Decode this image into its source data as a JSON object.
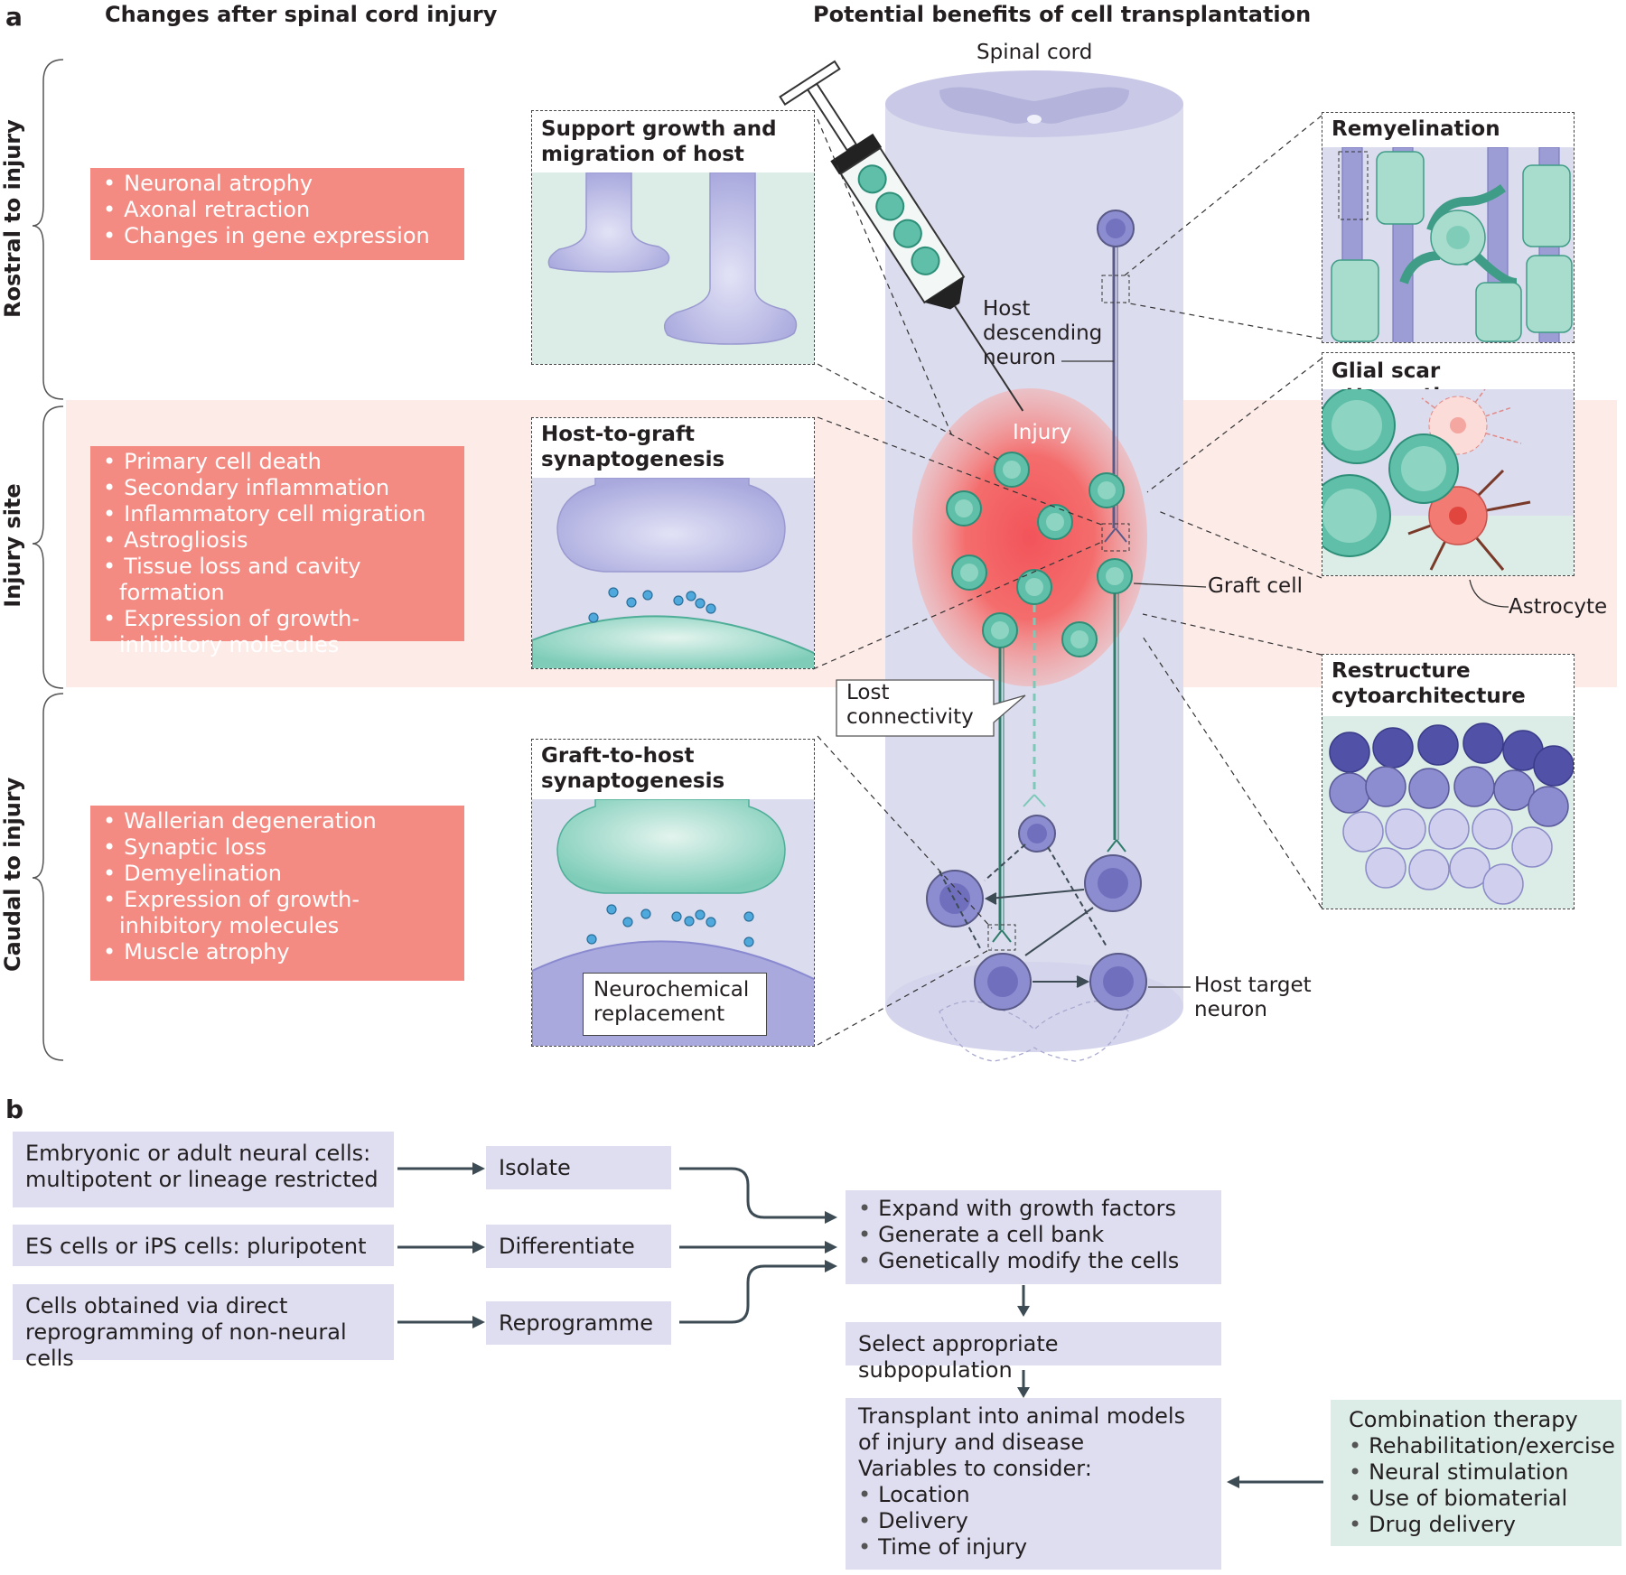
{
  "panel_a": {
    "letter": "a",
    "left_heading": "Changes after spinal cord injury",
    "right_heading": "Potential benefits of cell transplantation",
    "spinal_cord_label": "Spinal cord",
    "rows": [
      {
        "label": "Rostral to injury",
        "items": [
          "Neuronal atrophy",
          "Axonal retraction",
          "Changes in gene expression"
        ]
      },
      {
        "label": "Injury site",
        "items": [
          "Primary cell death",
          "Secondary inflammation",
          "Inflammatory cell migration",
          "Astrogliosis",
          "Tissue loss and cavity formation",
          "Expression of growth-inhibitory molecules"
        ]
      },
      {
        "label": "Caudal to injury",
        "items": [
          "Wallerian degeneration",
          "Synaptic loss",
          "Demyelination",
          "Expression of growth-inhibitory molecules",
          "Muscle atrophy"
        ]
      }
    ],
    "insets": {
      "support": "Support growth and migration of host axons",
      "host_to_graft": "Host-to-graft synaptogenesis",
      "graft_to_host": "Graft-to-host synaptogenesis",
      "remyelination": "Remyelination",
      "glial_scar": "Glial scar attenuation",
      "restructure": "Restructure cytoarchitecture"
    },
    "labels": {
      "injury": "Injury",
      "host_descending_neuron": "Host descending neuron",
      "graft_cell": "Graft cell",
      "astrocyte": "Astrocyte",
      "lost_connectivity": "Lost connectivity",
      "neurochemical_replacement": "Neurochemical replacement",
      "host_target_neuron": "Host target neuron"
    },
    "colors": {
      "injury_band": "#fdebe8",
      "red_box": "#f48b83",
      "cord": "#dcdcef",
      "graft": "#5fbfa8",
      "host": "#8c8cd0"
    }
  },
  "panel_b": {
    "letter": "b",
    "sources": [
      "Embryonic or adult neural cells: multipotent or lineage restricted",
      "ES cells or iPS cells: pluripotent",
      "Cells obtained via direct reprogramming of non-neural cells"
    ],
    "steps": [
      "Isolate",
      "Differentiate",
      "Reprogramme"
    ],
    "expand_items": [
      "Expand with growth factors",
      "Generate a cell bank",
      "Genetically modify the cells"
    ],
    "select": "Select appropriate subpopulation",
    "transplant_text": "Transplant into animal models of injury and disease",
    "variables_heading": "Variables to consider:",
    "variables": [
      "Location",
      "Delivery",
      "Time of injury"
    ],
    "combination_heading": "Combination therapy",
    "combination_items": [
      "Rehabilitation/exercise",
      "Neural stimulation",
      "Use of biomaterial",
      "Drug delivery"
    ]
  }
}
